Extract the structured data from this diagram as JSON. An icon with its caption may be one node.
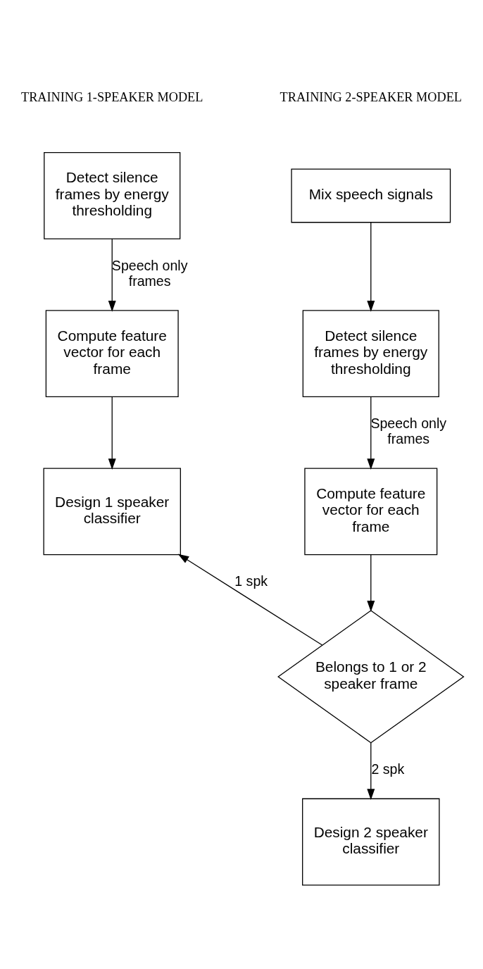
{
  "diagram": {
    "nodes": [
      {
        "text": [
          "Detect silence frames by energy thresholding"
        ]
      },
      {
        "text": [
          "Compute feature vector for each frame"
        ]
      },
      {
        "text": [
          "Design 1 speaker classifier"
        ]
      },
      {
        "text": [
          "Mix speech signals"
        ]
      },
      {
        "text": [
          "Detect silence frames by energy thresholding"
        ]
      },
      {
        "text": [
          "Compute feature vector for each frame"
        ]
      },
      {
        "text": [
          "Belongs to 1 or 2 speaker frame"
        ]
      },
      {
        "text": [
          "Design 2 speaker classifier"
        ]
      }
    ],
    "edges": [
      {
        "from": 0,
        "to": 1,
        "arrow": "to",
        "label": "Speech only frames"
      },
      {
        "from": 1,
        "to": 2,
        "arrow": "to"
      },
      {
        "from": 3,
        "to": 4,
        "arrow": "to"
      },
      {
        "from": 4,
        "to": 5,
        "arrow": "to",
        "label": "Speech only frames"
      },
      {
        "from": 5,
        "to": 6,
        "arrow": "to"
      },
      {
        "from": 6,
        "to": 2,
        "arrow": "to",
        "label": "1 spk"
      },
      {
        "from": 6,
        "to": 7,
        "arrow": "to",
        "label": "2 spk"
      }
    ],
    "labels": [
      "TRAINING 1-SPEAKER MODEL",
      "TRAINING 2-SPEAKER MODEL"
    ]
  }
}
